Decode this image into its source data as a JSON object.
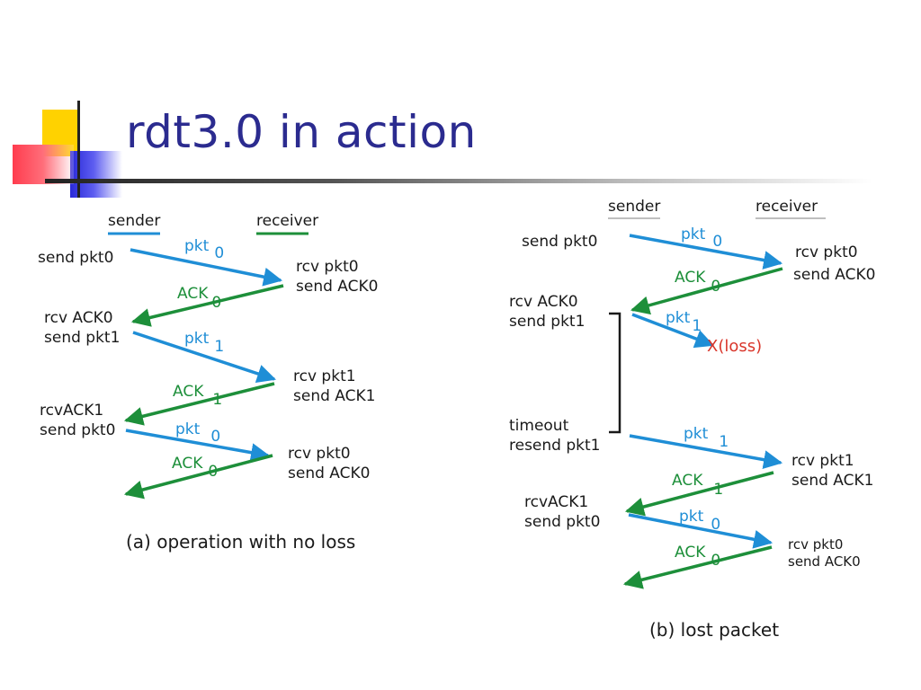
{
  "title": "rdt3.0 in action",
  "colors": {
    "sender": "#1f8ed6",
    "receiver": "#1d8f3a",
    "loss": "#d9362b"
  },
  "panel_a": {
    "sender_header": "sender",
    "receiver_header": "receiver",
    "caption": "(a) operation with no loss",
    "left": [
      "send pkt0",
      "rcv ACK0",
      "send pkt1",
      "rcvACK1",
      "send pkt0"
    ],
    "right": [
      "rcv pkt0",
      "send ACK0",
      "rcv pkt1",
      "send ACK1",
      "rcv pkt0",
      "send ACK0"
    ],
    "msgs": [
      {
        "name": "pkt",
        "sub": "0"
      },
      {
        "name": "ACK",
        "sub": "0"
      },
      {
        "name": "pkt",
        "sub": "1"
      },
      {
        "name": "ACK",
        "sub": "1"
      },
      {
        "name": "pkt",
        "sub": "0"
      },
      {
        "name": "ACK",
        "sub": "0"
      }
    ]
  },
  "panel_b": {
    "sender_header": "sender",
    "receiver_header": "receiver",
    "caption": "(b) lost packet",
    "left": [
      "send pkt0",
      "rcv ACK0",
      "send pkt1",
      "timeout",
      "resend pkt1",
      "rcvACK1",
      "send pkt0"
    ],
    "right": [
      "rcv pkt0",
      "send ACK0",
      "rcv pkt1",
      "send ACK1",
      "rcv pkt0",
      "send ACK0"
    ],
    "loss_label": "X(loss)",
    "msgs": [
      {
        "name": "pkt",
        "sub": "0"
      },
      {
        "name": "ACK",
        "sub": "0"
      },
      {
        "name": "pkt",
        "sub": "1"
      },
      {
        "name": "pkt",
        "sub": "1"
      },
      {
        "name": "ACK",
        "sub": "1"
      },
      {
        "name": "pkt",
        "sub": "0"
      },
      {
        "name": "ACK",
        "sub": "0"
      }
    ]
  }
}
